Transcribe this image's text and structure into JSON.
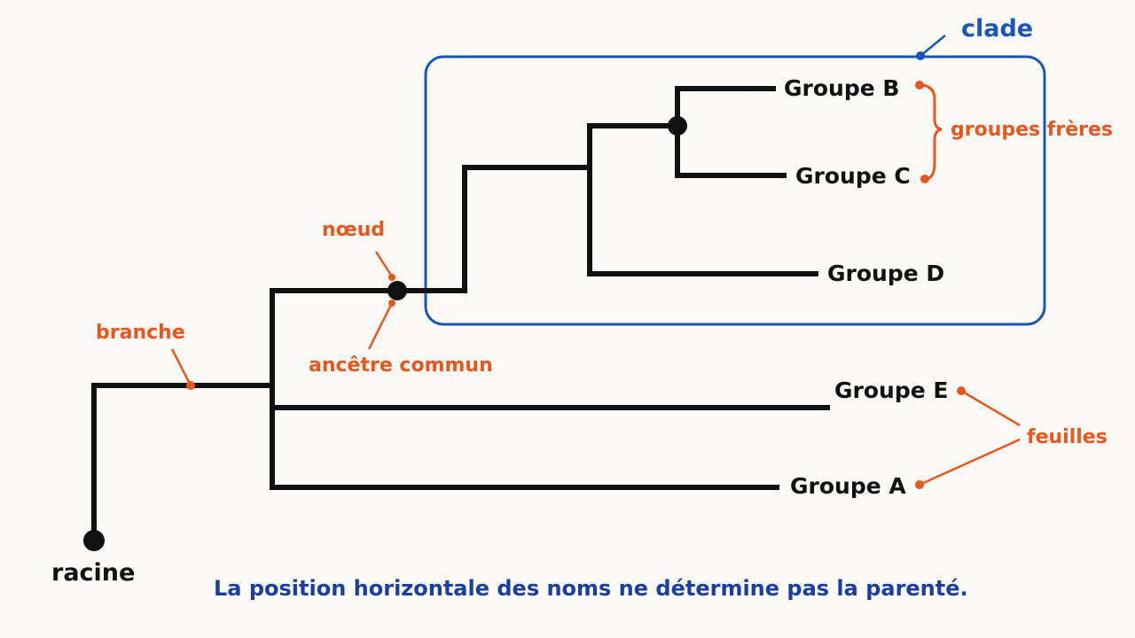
{
  "colors": {
    "tree": "#111111",
    "annotation": "#e8571d",
    "clade": "#1a56b8",
    "caption": "#1a3fa0",
    "background": "#fbfaf6"
  },
  "leaves": {
    "b": "Groupe B",
    "c": "Groupe C",
    "d": "Groupe D",
    "e": "Groupe E",
    "a": "Groupe A"
  },
  "annotations": {
    "clade": "clade",
    "sister_groups": "groupes frères",
    "node": "nœud",
    "common_ancestor": "ancêtre commun",
    "branch": "branche",
    "leaves": "feuilles",
    "root": "racine"
  },
  "caption": "La position horizontale des noms ne détermine pas la parenté."
}
